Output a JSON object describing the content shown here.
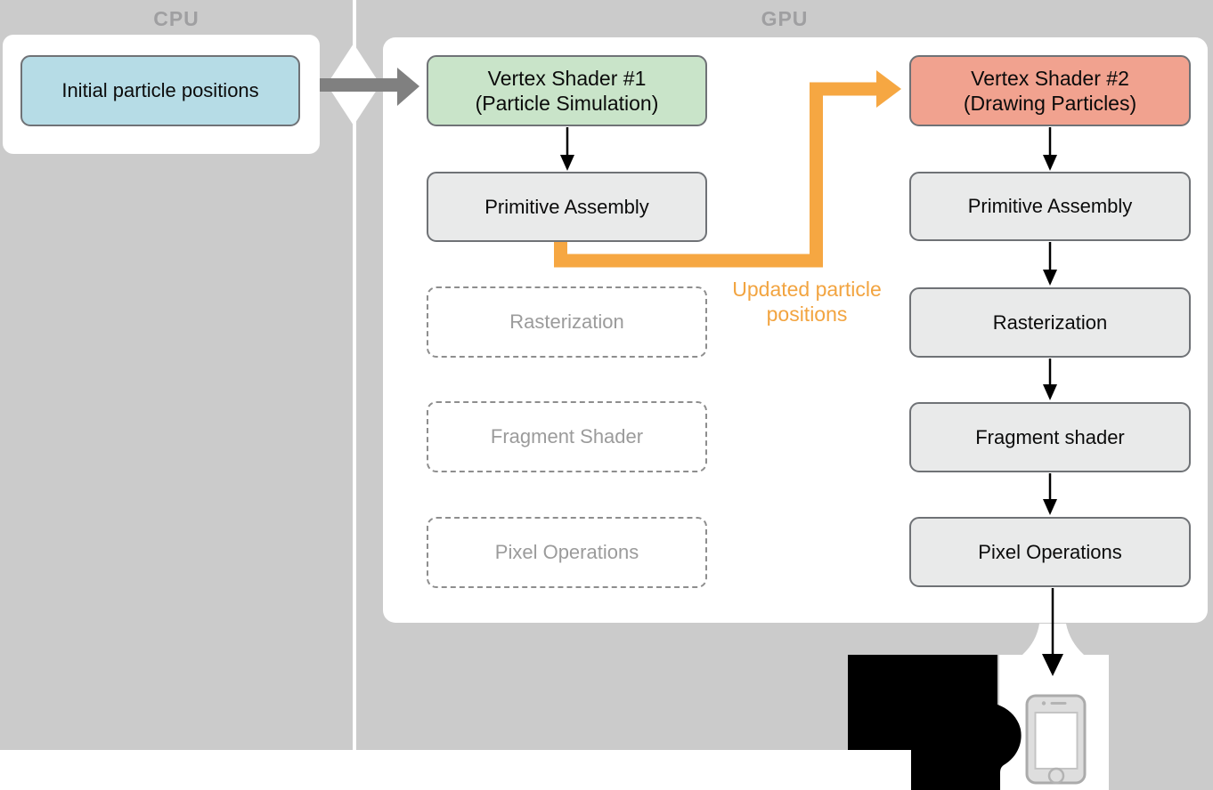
{
  "header": {
    "cpu_label": "CPU",
    "gpu_label": "GPU"
  },
  "cpu": {
    "initial_box": "Initial particle positions"
  },
  "gpu": {
    "left_column": {
      "vertex_shader_line1": "Vertex Shader #1",
      "vertex_shader_line2": "(Particle Simulation)",
      "primitive_assembly": "Primitive Assembly",
      "rasterization": "Rasterization",
      "fragment_shader": "Fragment Shader",
      "pixel_operations": "Pixel Operations"
    },
    "right_column": {
      "vertex_shader_line1": "Vertex Shader #2",
      "vertex_shader_line2": "(Drawing Particles)",
      "primitive_assembly": "Primitive Assembly",
      "rasterization": "Rasterization",
      "fragment_shader": "Fragment shader",
      "pixel_operations": "Pixel Operations"
    },
    "feedback_label_line1": "Updated particle",
    "feedback_label_line2": "positions"
  },
  "icons": {
    "device": "iphone-icon"
  },
  "colors": {
    "section_background": "#cbcbcb",
    "section_label_text": "#9f9fa1",
    "box_blue": "#b6dce6",
    "box_green": "#c9e4c9",
    "box_salmon": "#f1a28f",
    "box_gray": "#e9eaea",
    "box_border": "#6f7276",
    "ghost_border": "#8e8e8e",
    "ghost_text": "#9b9b9b",
    "feedback_orange": "#f6a742",
    "cpu_gpu_arrow_gray": "#808080",
    "arrow_black": "#000000"
  }
}
